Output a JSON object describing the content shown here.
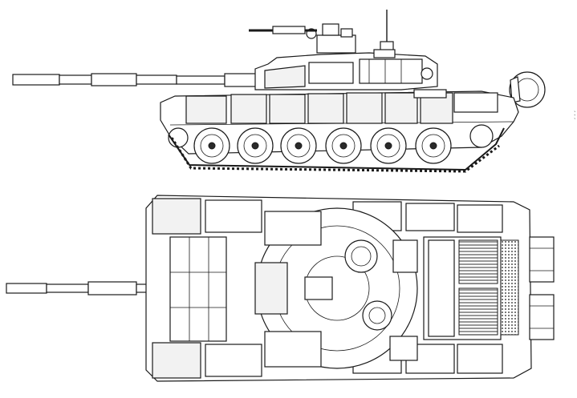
{
  "figure": {
    "views": [
      "side-elevation",
      "top-plan"
    ],
    "line_color": "#1a1a1a",
    "background": "#ffffff",
    "road_wheels_per_side": 6,
    "margin_note": "’ ’ ’"
  }
}
